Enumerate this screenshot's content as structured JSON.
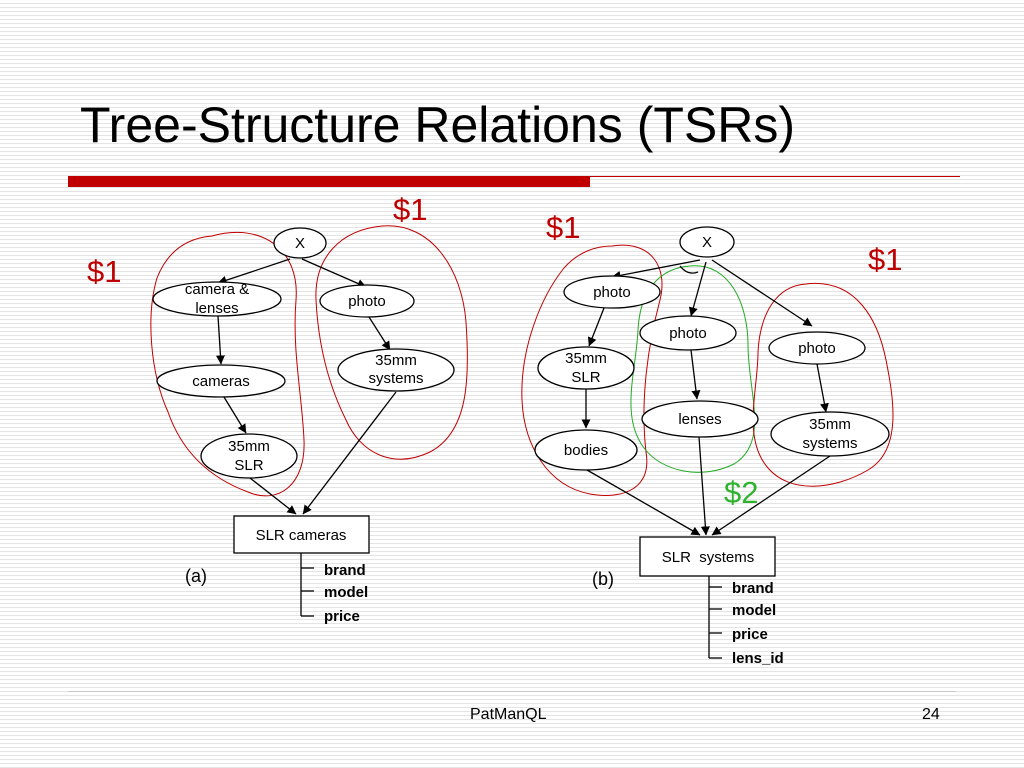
{
  "slide": {
    "title": "Tree-Structure Relations (TSRs)",
    "footer_center": "PatManQL",
    "page_number": "24"
  },
  "colors": {
    "title_bar": "#c00000",
    "cost_red": "#c00000",
    "cost_green": "#2fb32f"
  },
  "diagram_a": {
    "label": "(a)",
    "nodes": {
      "root": "X",
      "camera_lenses": [
        "camera &",
        "lenses"
      ],
      "photo": "photo",
      "cameras": "cameras",
      "systems_35mm": [
        "35mm",
        "systems"
      ],
      "slr_35mm": [
        "35mm",
        "SLR"
      ],
      "target": "SLR cameras"
    },
    "attributes": [
      "brand",
      "model",
      "price"
    ],
    "costs": [
      "$1",
      "$1"
    ]
  },
  "diagram_b": {
    "label": "(b)",
    "nodes": {
      "root": "X",
      "photo_left": "photo",
      "photo_mid": "photo",
      "photo_right": "photo",
      "slr_35mm": [
        "35mm",
        "SLR"
      ],
      "lenses": "lenses",
      "systems_35mm": [
        "35mm",
        "systems"
      ],
      "bodies": "bodies",
      "target": "SLR  systems"
    },
    "attributes": [
      "brand",
      "model",
      "price",
      "lens_id"
    ],
    "costs": [
      "$1",
      "$1",
      "$2"
    ]
  }
}
